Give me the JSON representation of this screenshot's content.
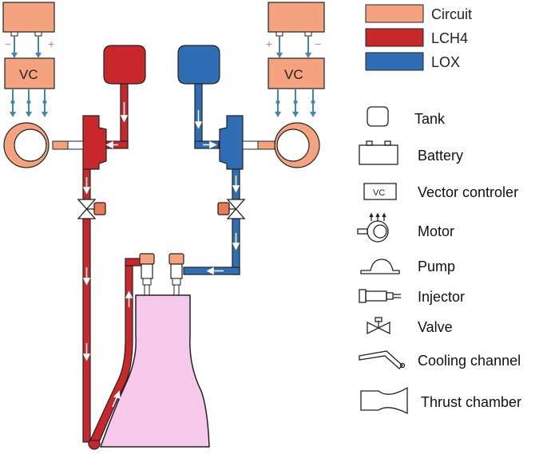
{
  "colors": {
    "circuit": "#f5a27f",
    "lch4": "#c8282c",
    "lox": "#2f6eb5",
    "nozzle": "#f6c8ec",
    "signal": "#3d86b5",
    "outline": "#222222",
    "valve": "#e87a55"
  },
  "controller_label": "VC",
  "polarity": {
    "left_minus": "−",
    "left_plus": "+",
    "right_plus": "+",
    "right_minus": "−"
  },
  "legend": [
    {
      "label": "Circuit",
      "color": "#f5a27f"
    },
    {
      "label": "LCH4",
      "color": "#c8282c"
    },
    {
      "label": "LOX",
      "color": "#2f6eb5"
    }
  ],
  "symbol_key": [
    {
      "label": "Tank",
      "icon": "tank-icon"
    },
    {
      "label": "Battery",
      "icon": "battery-icon"
    },
    {
      "label": "Vector controler",
      "icon": "vector-controller-icon",
      "icon_text": "VC"
    },
    {
      "label": "Motor",
      "icon": "motor-icon"
    },
    {
      "label": "Pump",
      "icon": "pump-icon"
    },
    {
      "label": "Injector",
      "icon": "injector-icon"
    },
    {
      "label": "Valve",
      "icon": "valve-icon"
    },
    {
      "label": "Cooling channel",
      "icon": "cooling-channel-icon"
    },
    {
      "label": "Thrust chamber",
      "icon": "thrust-chamber-icon"
    }
  ]
}
